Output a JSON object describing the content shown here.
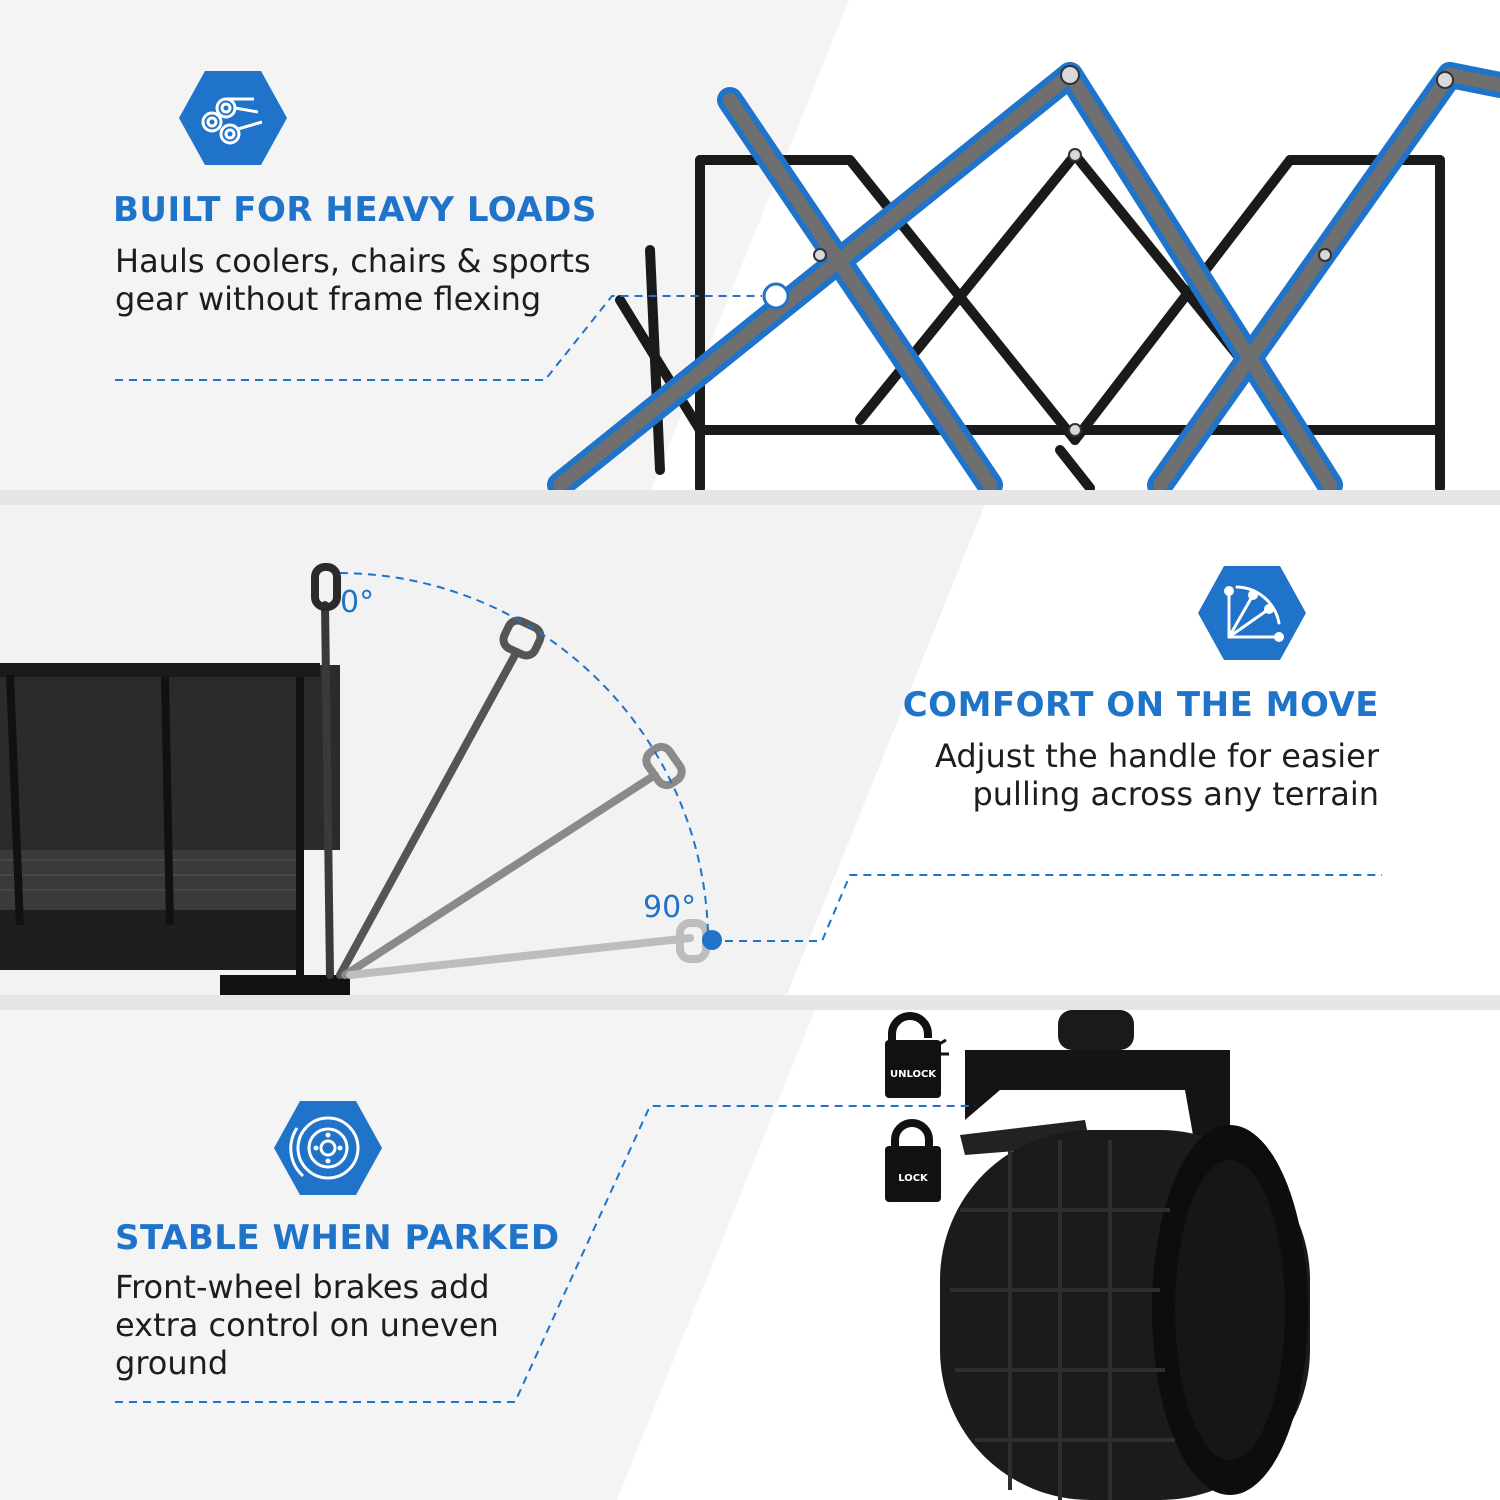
{
  "sections": [
    {
      "icon": "pipes-icon",
      "heading": "BUILT FOR HEAVY LOADS",
      "body": "Hauls coolers, chairs & sports gear without frame flexing"
    },
    {
      "icon": "adjust-angle-icon",
      "heading": "COMFORT ON THE MOVE",
      "body_lines": [
        "Adjust the handle for easier",
        "pulling across any terrain"
      ],
      "angle_labels": [
        "0°",
        "90°"
      ]
    },
    {
      "icon": "brake-disc-icon",
      "heading": "STABLE WHEN PARKED",
      "body": "Front-wheel brakes add extra control on uneven ground",
      "lock_labels": {
        "unlock": "UNLOCK",
        "lock": "LOCK"
      }
    }
  ],
  "colors": {
    "accent": "#1f73c9",
    "text": "#1d1d1d",
    "frame": "#1a1a1a",
    "divider": "#e6e6e6"
  }
}
